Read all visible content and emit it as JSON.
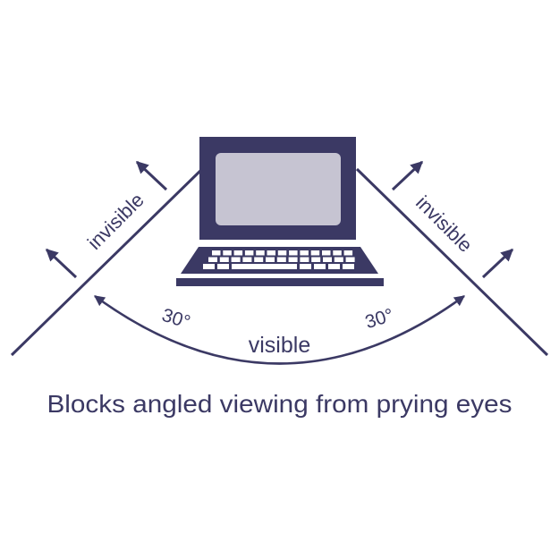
{
  "title": "Privacy screen viewing angle diagram",
  "colors": {
    "navy": "#3b3964",
    "screen": "#c6c4d2",
    "key": "#ffffff",
    "background": "#ffffff"
  },
  "labels": {
    "invisible_left": "invisible",
    "invisible_right": "invisible",
    "angle_left": "30°",
    "angle_right": "30°",
    "visible": "visible",
    "caption": "Blocks angled viewing from prying eyes"
  }
}
